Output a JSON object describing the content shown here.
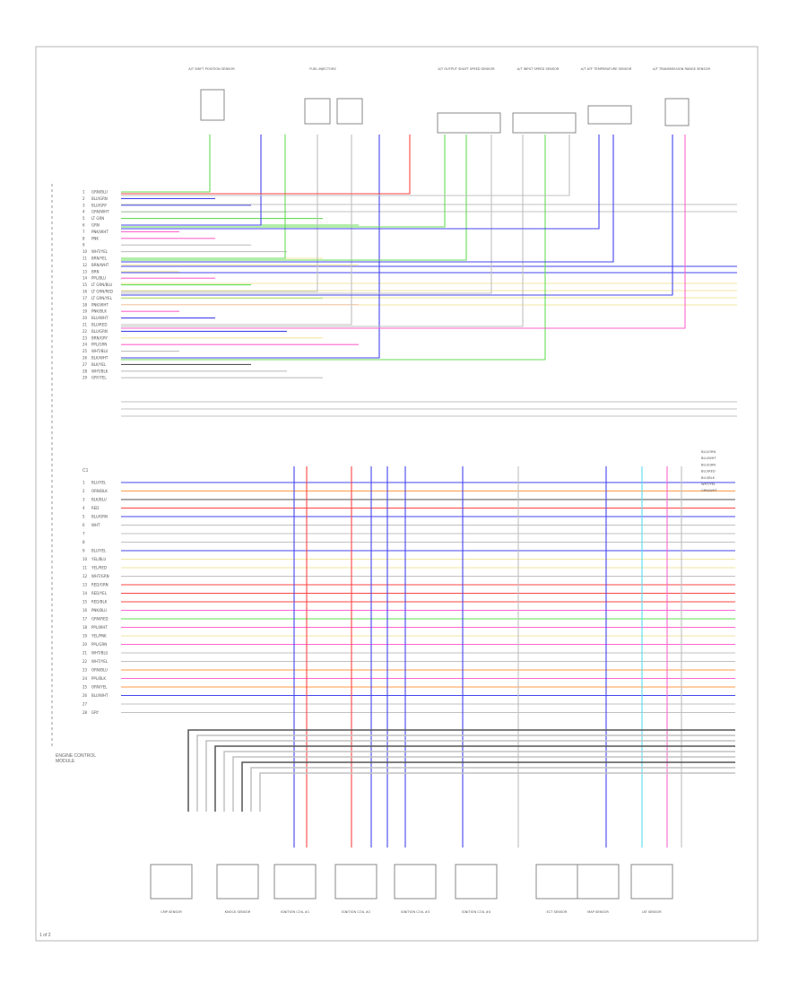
{
  "page_code": "1 of 2",
  "connector_label": "C1",
  "ecm": {
    "label": "ENGINE CONTROL MODULE",
    "pins_upper": [
      {
        "pin": "1",
        "wire": "GRN/BLU"
      },
      {
        "pin": "2",
        "wire": "BLU/GRN"
      },
      {
        "pin": "3",
        "wire": "BLU/GRY"
      },
      {
        "pin": "4",
        "wire": "GRN/WHT"
      },
      {
        "pin": "5",
        "wire": "LT GRN"
      },
      {
        "pin": "6",
        "wire": "GRN"
      },
      {
        "pin": "7",
        "wire": "PNK/WHT"
      },
      {
        "pin": "8",
        "wire": "PNK"
      },
      {
        "pin": "9",
        "wire": ""
      },
      {
        "pin": "10",
        "wire": "WHT/YEL"
      },
      {
        "pin": "11",
        "wire": "BRN/YEL"
      },
      {
        "pin": "12",
        "wire": "BRN/WHT"
      },
      {
        "pin": "13",
        "wire": "BRN"
      },
      {
        "pin": "14",
        "wire": "PPL/BLU"
      },
      {
        "pin": "15",
        "wire": "LT GRN/BLU"
      },
      {
        "pin": "16",
        "wire": "LT GRN/RED"
      },
      {
        "pin": "17",
        "wire": "LT GRN/YEL"
      },
      {
        "pin": "18",
        "wire": "PNK/WHT"
      },
      {
        "pin": "19",
        "wire": "PNK/BLK"
      },
      {
        "pin": "20",
        "wire": "BLU/WHT"
      },
      {
        "pin": "21",
        "wire": "BLU/RED"
      },
      {
        "pin": "22",
        "wire": "BLU/GRN"
      },
      {
        "pin": "23",
        "wire": "BRN/GRY"
      },
      {
        "pin": "24",
        "wire": "PPL/GRN"
      },
      {
        "pin": "25",
        "wire": "WHT/BLU"
      },
      {
        "pin": "26",
        "wire": "BLK/WHT"
      },
      {
        "pin": "27",
        "wire": "BLK/YEL"
      },
      {
        "pin": "28",
        "wire": "WHT/BLK"
      },
      {
        "pin": "29",
        "wire": "GRY/YEL"
      }
    ],
    "pins_lower": [
      {
        "pin": "1",
        "wire": "BLU/YEL"
      },
      {
        "pin": "2",
        "wire": "ORN/BLK"
      },
      {
        "pin": "3",
        "wire": "BLK/BLU"
      },
      {
        "pin": "4",
        "wire": "RED"
      },
      {
        "pin": "5",
        "wire": "BLU/ORN"
      },
      {
        "pin": "6",
        "wire": "WHT"
      },
      {
        "pin": "7",
        "wire": ""
      },
      {
        "pin": "8",
        "wire": ""
      },
      {
        "pin": "9",
        "wire": "BLU/YEL"
      },
      {
        "pin": "10",
        "wire": "YEL/BLU"
      },
      {
        "pin": "11",
        "wire": "YEL/RED"
      },
      {
        "pin": "12",
        "wire": "WHT/GRN"
      },
      {
        "pin": "13",
        "wire": "RED/GRN"
      },
      {
        "pin": "14",
        "wire": "RED/YEL"
      },
      {
        "pin": "15",
        "wire": "RED/BLK"
      },
      {
        "pin": "16",
        "wire": "PNK/BLU"
      },
      {
        "pin": "17",
        "wire": "GRN/RED"
      },
      {
        "pin": "18",
        "wire": "PPL/WHT"
      },
      {
        "pin": "19",
        "wire": "YEL/PNK"
      },
      {
        "pin": "20",
        "wire": "PPL/GRN"
      },
      {
        "pin": "21",
        "wire": "WHT/BLU"
      },
      {
        "pin": "22",
        "wire": "WHT/YEL"
      },
      {
        "pin": "23",
        "wire": "ORN/BLU"
      },
      {
        "pin": "24",
        "wire": "PPL/BLK"
      },
      {
        "pin": "25",
        "wire": "ORN/YEL"
      },
      {
        "pin": "26",
        "wire": "BLU/WHT"
      },
      {
        "pin": "27",
        "wire": ""
      },
      {
        "pin": "28",
        "wire": "GRY"
      }
    ],
    "side_labels": [
      "BLU/ORN",
      "BLU/WHT",
      "BLU/GRN",
      "BLU/RED",
      "BLU/BLK",
      "WHT/YEL",
      "GRN/WHT"
    ]
  },
  "top_components": [
    "A/T SHIFT POSITION SENSOR",
    "FUEL INJECTORS",
    "A/T OUTPUT SHAFT SPEED SENSOR",
    "A/T INPUT SPEED SENSOR",
    "A/T ATF TEMPERATURE SENSOR",
    "A/T TRANSMISSION RANGE SENSOR"
  ],
  "bottom_components": [
    "CMP SENSOR",
    "KNOCK SENSOR",
    "IGNITION COIL #1",
    "IGNITION COIL #2",
    "IGNITION COIL #3",
    "IGNITION COIL #4",
    "ECT SENSOR",
    "MAP SENSOR",
    "IAT SENSOR"
  ],
  "colors": {
    "frame": "#b0b0b0",
    "green": "#66dd55",
    "blue": "#4444ee",
    "gray": "#c0c0c0",
    "pink": "#ff66cc",
    "yellow": "#f2e6a0",
    "red": "#ff4444",
    "orange": "#ff9944",
    "cyan": "#55ddee",
    "black": "#555555"
  }
}
